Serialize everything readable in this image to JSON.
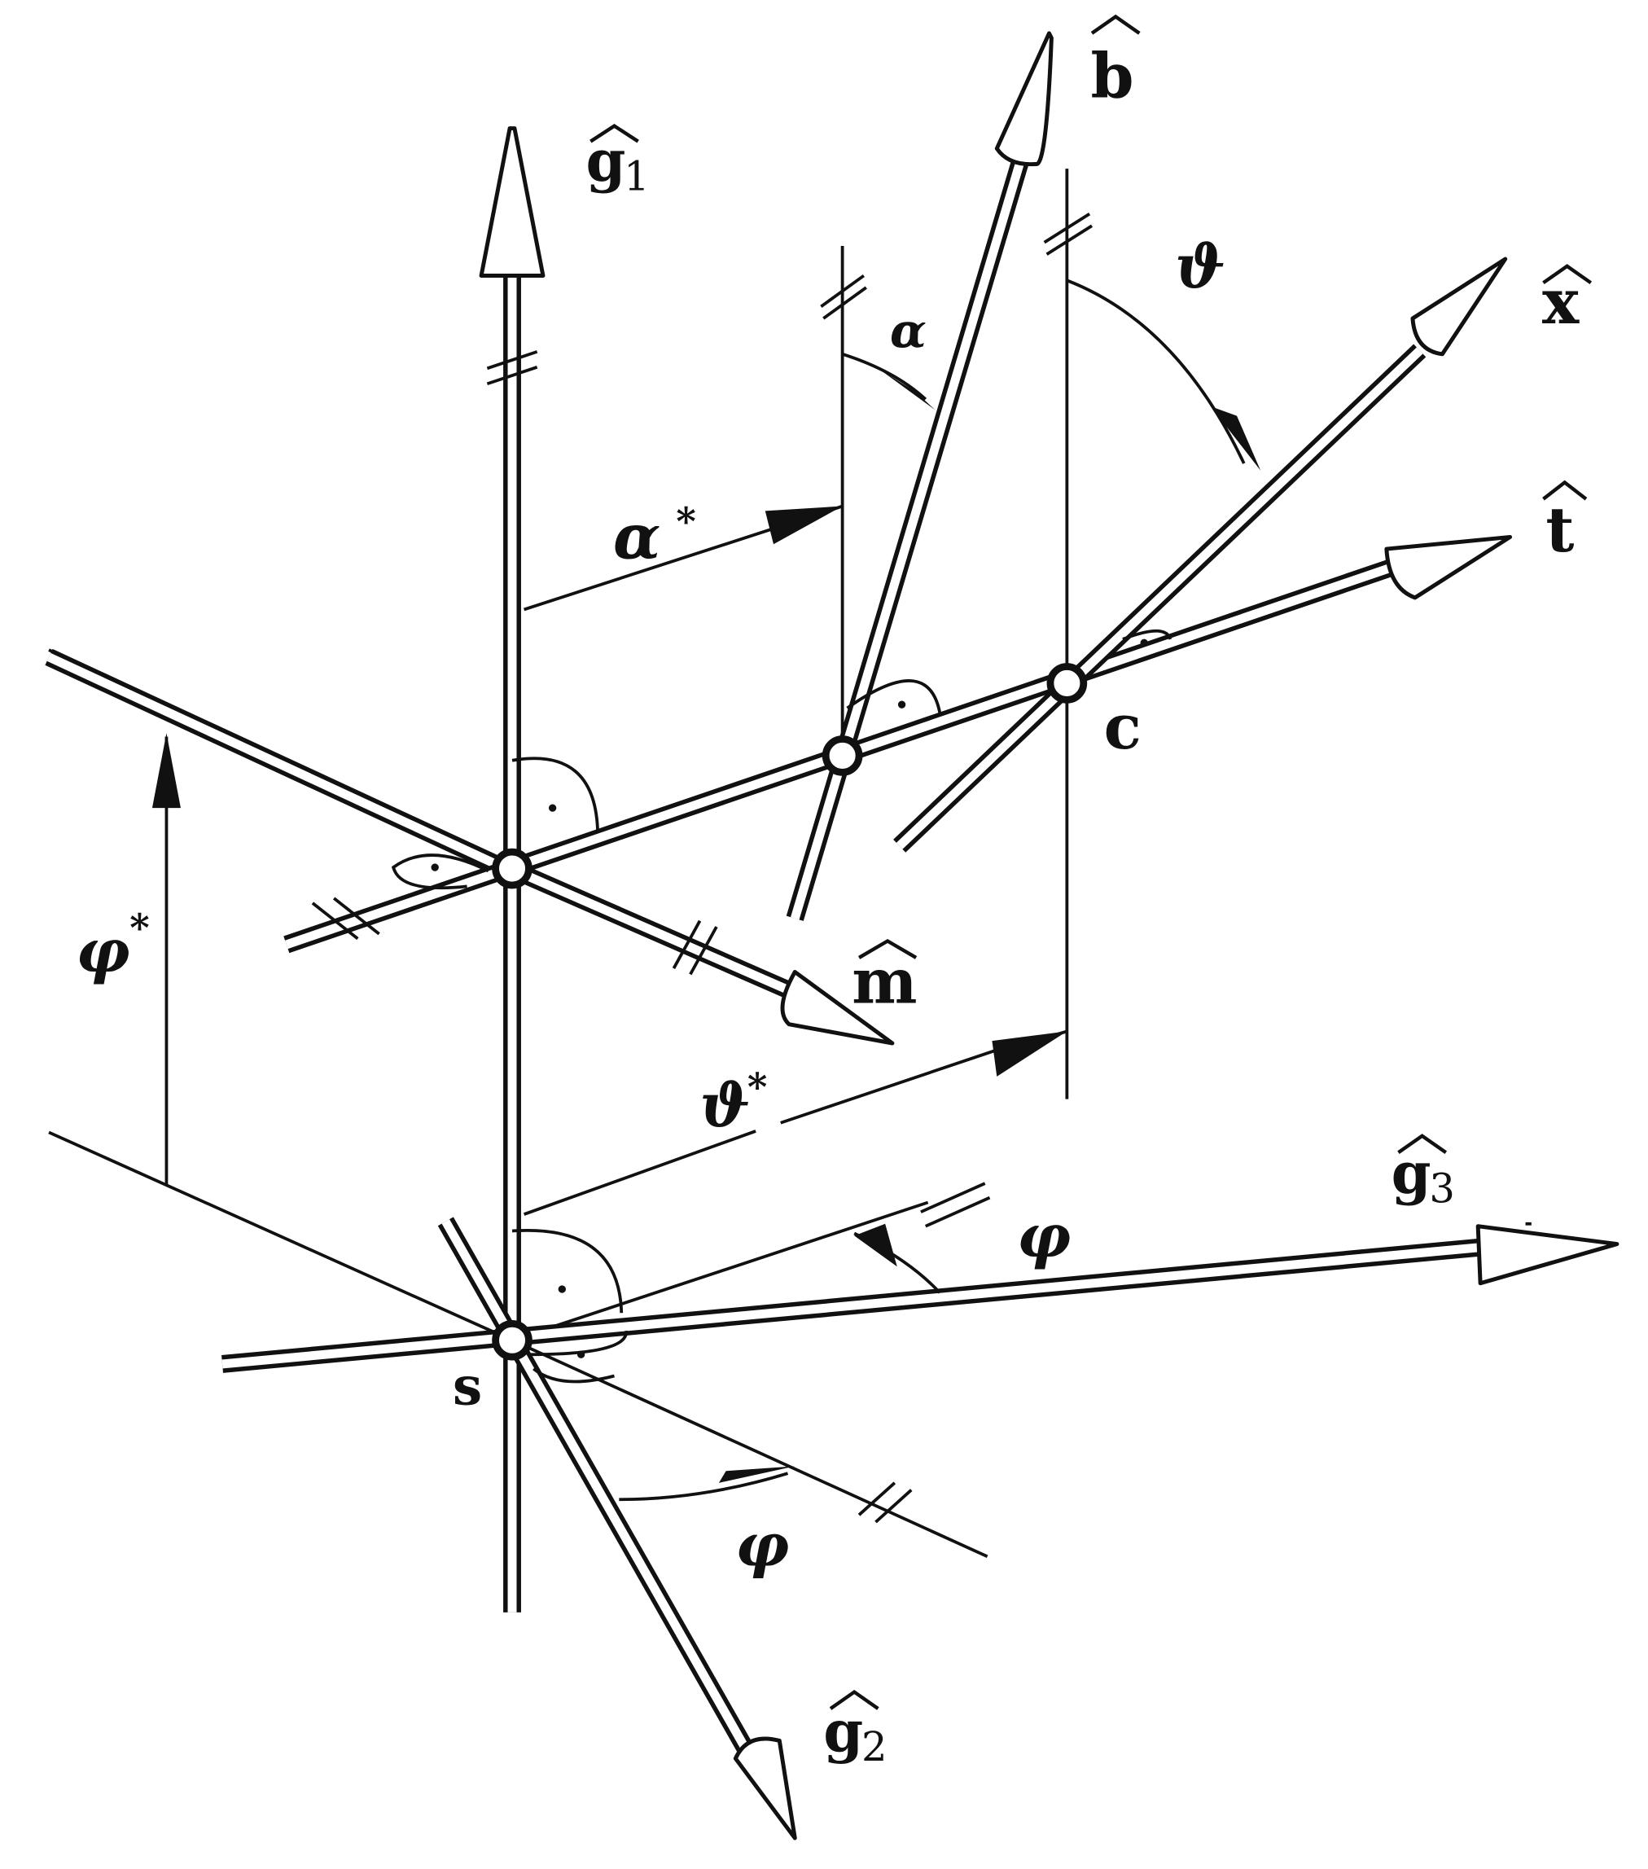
{
  "labels": {
    "g1": "g",
    "g1_sub": "1",
    "g2": "g",
    "g2_sub": "2",
    "g3": "g",
    "g3_sub": "3",
    "b": "b",
    "x": "x",
    "t": "t",
    "m": "m",
    "c": "c",
    "s": "s",
    "alpha": "α",
    "alpha_star": "α",
    "theta": "ϑ",
    "theta_star": "ϑ",
    "phi": "φ",
    "phi_lower": "φ",
    "phi_star": "φ",
    "star": "*"
  }
}
